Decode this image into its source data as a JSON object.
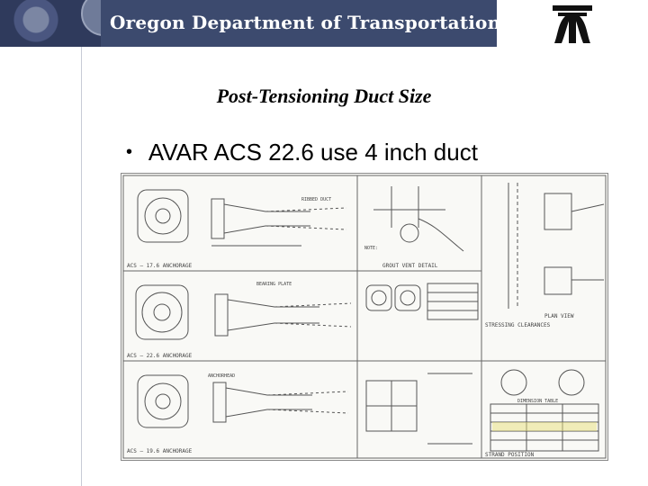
{
  "header": {
    "title": "Oregon Department of Transportation",
    "brand_color": "#3c4a6e"
  },
  "slide": {
    "title": "Post-Tensioning Duct Size",
    "bullets": [
      {
        "marker": "•",
        "text": "AVAR ACS 22.6 use 4 inch duct"
      }
    ]
  },
  "drawing": {
    "panel_labels": {
      "acs_17_6": "ACS — 17.6 ANCHORAGE",
      "acs_22_6": "ACS — 22.6 ANCHORAGE",
      "acs_19_6": "ACS — 19.6 ANCHORAGE",
      "grout_vent": "GROUT VENT DETAIL",
      "plan_view": "PLAN VIEW",
      "stressing": "STRESSING CLEARANCES",
      "strand_position": "STRAND POSITION"
    },
    "callouts": {
      "duct": "RIBBED DUCT",
      "bearing_plate": "BEARING PLATE",
      "anchorhead": "ANCHORHEAD",
      "note": "NOTE:",
      "dimension_table": "DIMENSION TABLE"
    }
  },
  "icons": {
    "seal": "oregon-seal-icon",
    "logo": "odot-logo-icon"
  }
}
